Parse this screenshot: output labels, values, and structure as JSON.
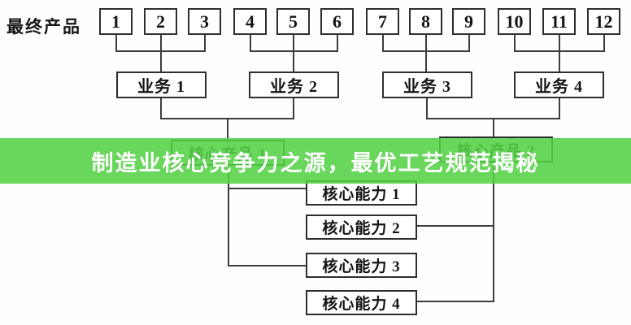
{
  "banner": {
    "text": "制造业核心竞争力之源，最优工艺规范揭秘",
    "background_color": "#54d046",
    "text_color": "#ffffff"
  },
  "diagram": {
    "row_label": "最终产品",
    "line_color": "#3d3d3d",
    "final_products": [
      "1",
      "2",
      "3",
      "4",
      "5",
      "6",
      "7",
      "8",
      "9",
      "10",
      "11",
      "12"
    ],
    "businesses": [
      "业务 1",
      "业务 2",
      "业务 3",
      "业务 4"
    ],
    "core_products": [
      "核心产品 1",
      "核心产品 2"
    ],
    "core_capabilities": [
      "核心能力 1",
      "核心能力 2",
      "核心能力 3",
      "核心能力 4"
    ]
  }
}
